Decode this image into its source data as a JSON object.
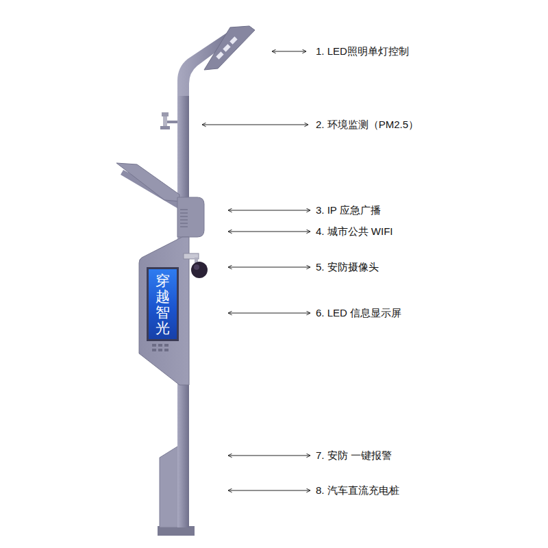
{
  "diagram": {
    "nodes": [
      {
        "text": [
          "穿越智光"
        ]
      }
    ],
    "labels": [
      "1. LED照明单灯控制",
      "2. 环境监测（PM2.5）",
      "3. IP 应急广播",
      "4. 城市公共 WIFI",
      "5. 安防摄像头",
      "6. LED 信息显示屏",
      "7. 安防 一键报警",
      "8. 汽车直流充电桩"
    ]
  }
}
